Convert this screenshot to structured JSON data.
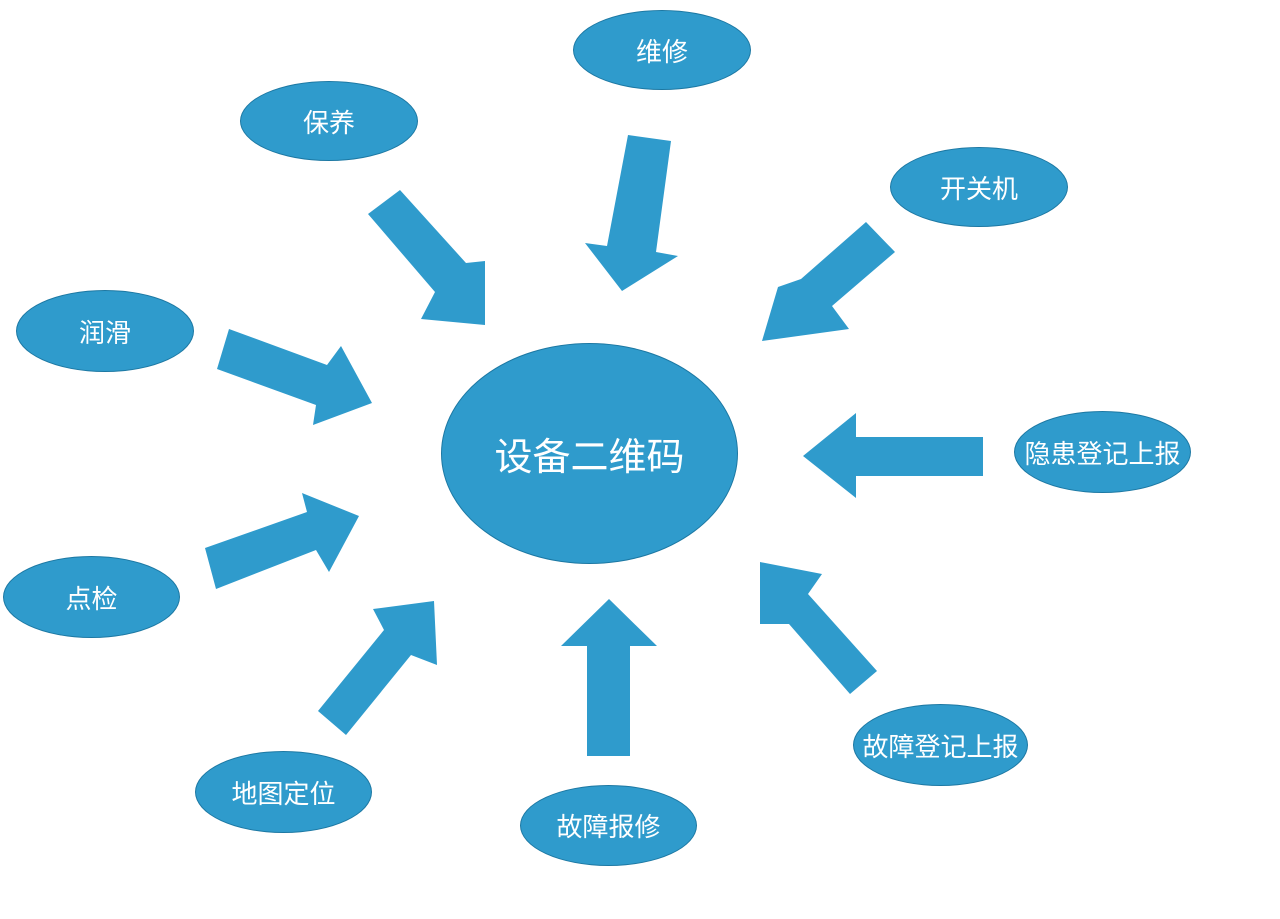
{
  "diagram": {
    "colors": {
      "node_fill": "#2f9bcc",
      "arrow_fill": "#2f9bcc",
      "text": "#ffffff",
      "background": "#ffffff"
    },
    "center": {
      "label": "设备二维码"
    },
    "nodes": [
      {
        "id": "weixiu",
        "label": "维修"
      },
      {
        "id": "baoyang",
        "label": "保养"
      },
      {
        "id": "kaiguanji",
        "label": "开关机"
      },
      {
        "id": "runhua",
        "label": "润滑"
      },
      {
        "id": "yinhuan",
        "label": "隐患登记上报"
      },
      {
        "id": "dianjian",
        "label": "点检"
      },
      {
        "id": "guzhang-dengji",
        "label": "故障登记上报"
      },
      {
        "id": "ditu",
        "label": "地图定位"
      },
      {
        "id": "guzhang-baoxiu",
        "label": "故障报修"
      }
    ]
  }
}
